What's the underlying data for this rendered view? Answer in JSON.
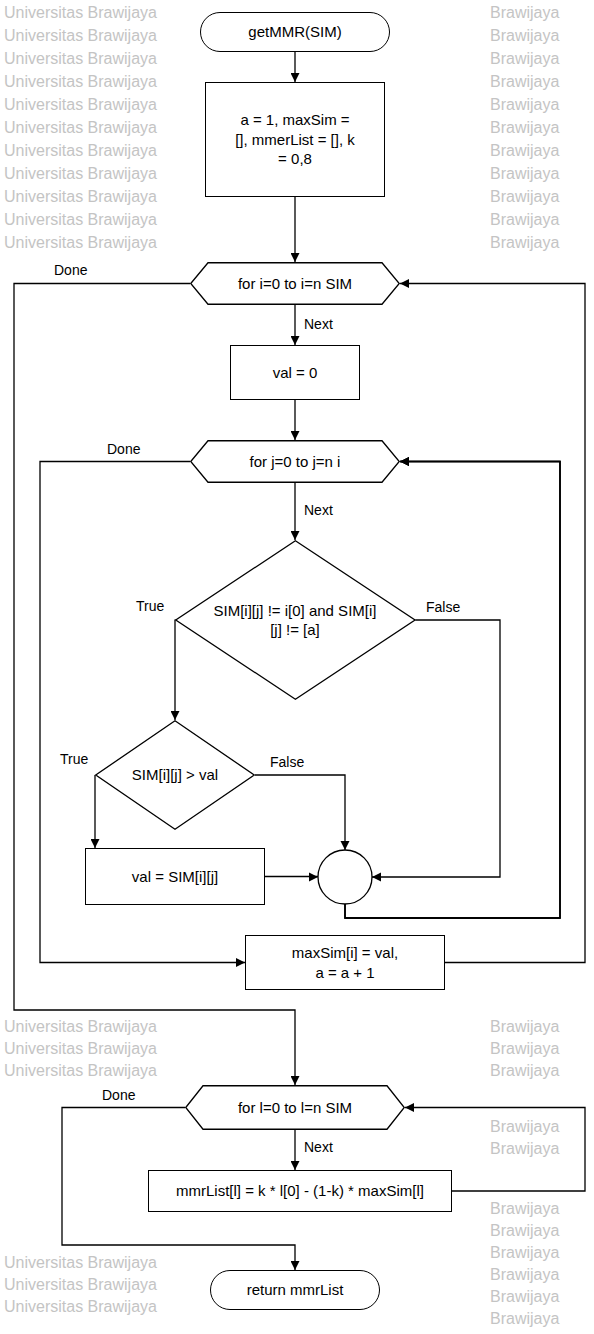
{
  "diagram": {
    "nodes": [
      {
        "text": [
          "getMMR(SIM)"
        ]
      },
      {
        "text": [
          "a = 1, maxSim = [], mmerList = [], k = 0,8"
        ]
      },
      {
        "text": [
          "for i=0 to i=n SIM"
        ]
      },
      {
        "text": [
          "val = 0"
        ]
      },
      {
        "text": [
          "for j=0 to j=n i"
        ]
      },
      {
        "text": [
          "SIM[i][j] != i[0] and SIM[i][j] != [a]"
        ]
      },
      {
        "text": [
          "SIM[i][j] > val"
        ]
      },
      {
        "text": [
          "val = SIM[i][j]"
        ]
      },
      {
        "text": [
          "maxSim[i] = val, a = a + 1"
        ]
      },
      {
        "text": [
          "for l=0 to l=n SIM"
        ]
      },
      {
        "text": [
          "mmrList[l] = k * l[0] - (1-k) * maxSim[l]"
        ]
      },
      {
        "text": [
          "return mmrList"
        ]
      }
    ],
    "edges": [
      {
        "from": 0,
        "to": 1,
        "arrow": "to"
      },
      {
        "from": 1,
        "to": 2,
        "arrow": "to"
      },
      {
        "from": 2,
        "to": 3,
        "label": "Next",
        "arrow": "to"
      },
      {
        "from": 3,
        "to": 4,
        "arrow": "to"
      },
      {
        "from": 4,
        "to": 5,
        "label": "Next",
        "arrow": "to"
      },
      {
        "from": 5,
        "to": 6,
        "label": "True",
        "arrow": "to"
      },
      {
        "from": 5,
        "to": 4,
        "label": "False",
        "arrow": "to"
      },
      {
        "from": 6,
        "to": 7,
        "label": "True",
        "arrow": "to"
      },
      {
        "from": 6,
        "to": 4,
        "label": "False",
        "arrow": "to"
      },
      {
        "from": 7,
        "to": 4,
        "arrow": "to"
      },
      {
        "from": 4,
        "to": 8,
        "label": "Done",
        "arrow": "to"
      },
      {
        "from": 8,
        "to": 2,
        "arrow": "to"
      },
      {
        "from": 2,
        "to": 9,
        "label": "Done",
        "arrow": "to"
      },
      {
        "from": 9,
        "to": 10,
        "label": "Next",
        "arrow": "to"
      },
      {
        "from": 10,
        "to": 9,
        "arrow": "to"
      },
      {
        "from": 9,
        "to": 11,
        "label": "Done",
        "arrow": "to"
      }
    ],
    "labels": [
      "Universitas Brawijaya",
      "Universitas Brawijaya",
      "Universitas Brawijaya",
      "Universitas Brawijaya",
      "Universitas Brawijaya",
      "Universitas Brawijaya",
      "Universitas Brawijaya",
      "Universitas Brawijaya",
      "Universitas Brawijaya",
      "Universitas Brawijaya",
      "Universitas Brawijaya",
      "Brawijaya",
      "Brawijaya",
      "Brawijaya",
      "Brawijaya",
      "Brawijaya",
      "Brawijaya",
      "Brawijaya",
      "Brawijaya",
      "Brawijaya",
      "Brawijaya",
      "Brawijaya",
      "Universitas Brawijaya",
      "Universitas Brawijaya",
      "Universitas Brawijaya",
      "Universitas Brawijaya",
      "Universitas Brawijaya",
      "Universitas Brawijaya",
      "Brawijaya",
      "Brawijaya",
      "Brawijaya",
      "Brawijaya",
      "Brawijaya",
      "Brawijaya",
      "Brawijaya",
      "Brawijaya",
      "Brawijaya",
      "Brawijaya",
      "Brawijaya"
    ]
  }
}
